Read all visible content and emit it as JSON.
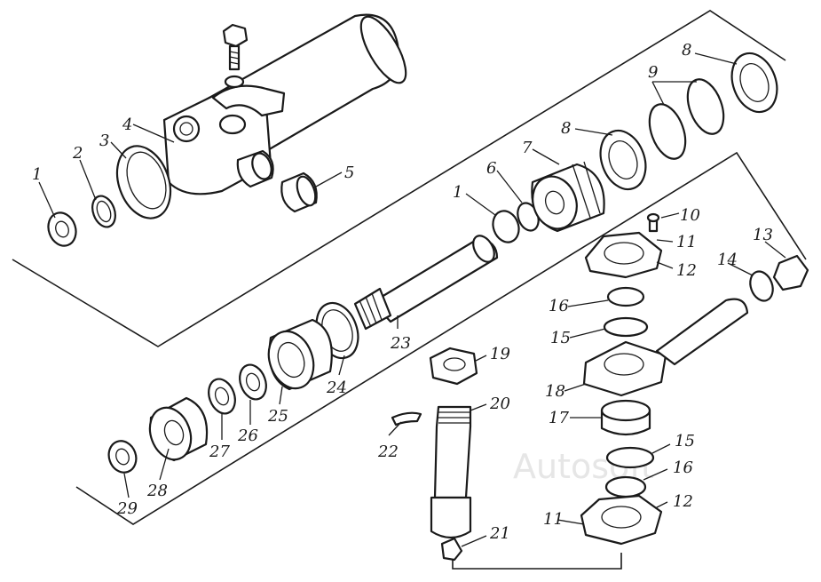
{
  "watermark": "Autosoft",
  "labels": {
    "p1a": "1",
    "p2": "2",
    "p3": "3",
    "p4": "4",
    "p5": "5",
    "p1b": "1",
    "p6": "6",
    "p7": "7",
    "p8a": "8",
    "p8b": "8",
    "p9": "9",
    "p10": "10",
    "p11a": "11",
    "p11b": "11",
    "p12a": "12",
    "p12b": "12",
    "p13": "13",
    "p14": "14",
    "p15a": "15",
    "p15b": "15",
    "p16a": "16",
    "p16b": "16",
    "p17": "17",
    "p18": "18",
    "p19": "19",
    "p20": "20",
    "p21": "21",
    "p22": "22",
    "p23": "23",
    "p24": "24",
    "p25": "25",
    "p26": "26",
    "p27": "27",
    "p28": "28",
    "p29": "29"
  }
}
